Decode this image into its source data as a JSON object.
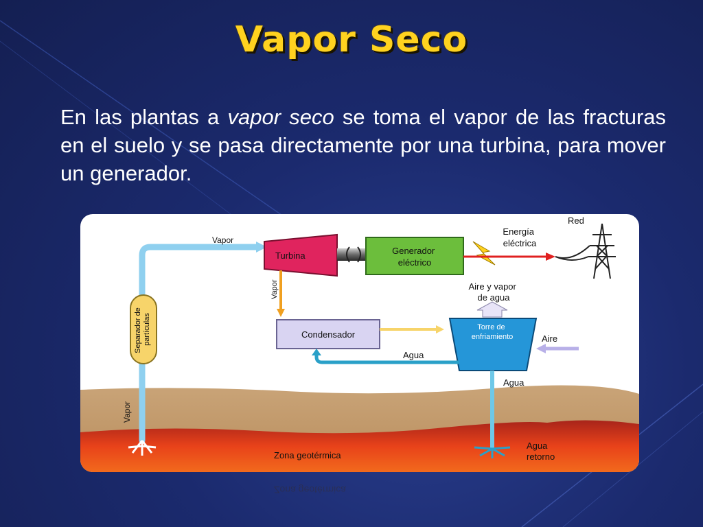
{
  "slide": {
    "title": "Vapor Seco",
    "paragraph": {
      "pre": "En las plantas a ",
      "em": "vapor seco",
      "post": " se toma el vapor de las fracturas en el suelo y se pasa directamente por una turbina, para mover un generador."
    }
  },
  "diagram": {
    "vapor_top": "Vapor",
    "turbina": "Turbina",
    "generador_line1": "Generador",
    "generador_line2": "eléctrico",
    "energia_line1": "Energía",
    "energia_line2": "eléctrica",
    "red": "Red",
    "vapor_down": "Vapor",
    "separador_line1": "Separador de",
    "separador_line2": "partículas",
    "condensador": "Condensador",
    "aire_vapor_line1": "Aire y vapor",
    "aire_vapor_line2": "de agua",
    "torre_line1": "Torre de",
    "torre_line2": "enfriamiento",
    "aire": "Aire",
    "agua_return": "Agua",
    "agua_down": "Agua",
    "vapor_well": "Vapor",
    "zona": "Zona geotérmica",
    "agua_retorno_line1": "Agua",
    "agua_retorno_line2": "retorno"
  },
  "colors": {
    "title": "#ffd21f",
    "turbina": "#e0245e",
    "generador": "#6cbe3c",
    "condensador": "#d9d4f2",
    "torre": "#2596d8",
    "separador": "#f7d46a",
    "pipe_blue": "#8fd0ef",
    "arrow_orange": "#f0a020",
    "arrow_red": "#e02020",
    "ground": "#c9a478",
    "magma": "#e0401a"
  }
}
